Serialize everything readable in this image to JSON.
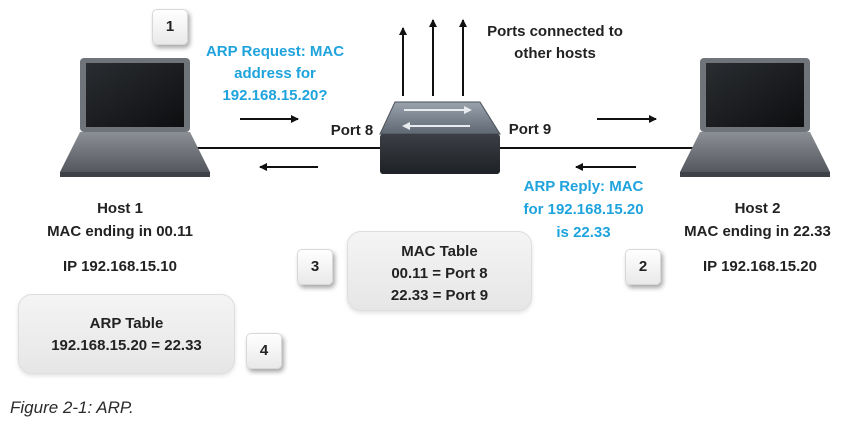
{
  "hosts": {
    "host1": {
      "name": "Host 1",
      "mac": "MAC ending in 00.11",
      "ip": "IP 192.168.15.10"
    },
    "host2": {
      "name": "Host 2",
      "mac": "MAC ending in 22.33",
      "ip": "IP 192.168.15.20"
    }
  },
  "ports": {
    "left": "Port 8",
    "right": "Port 9",
    "uplinks_label_line1": "Ports connected to",
    "uplinks_label_line2": "other hosts"
  },
  "arp_request": {
    "line1": "ARP Request: MAC",
    "line2": "address for",
    "line3": "192.168.15.20?"
  },
  "arp_reply": {
    "line1": "ARP Reply: MAC",
    "line2": "for 192.168.15.20",
    "line3": "is 22.33"
  },
  "mac_table": {
    "title": "MAC Table",
    "row1": "00.11 = Port 8",
    "row2": "22.33 = Port 9"
  },
  "arp_table": {
    "title": "ARP Table",
    "row1": "192.168.15.20 = 22.33"
  },
  "steps": {
    "s1": "1",
    "s2": "2",
    "s3": "3",
    "s4": "4"
  },
  "caption": "Figure 2-1: ARP.",
  "colors": {
    "highlight": "#1fa3dd"
  },
  "icons": [
    "laptop-icon",
    "switch-icon",
    "arrow-icon"
  ]
}
